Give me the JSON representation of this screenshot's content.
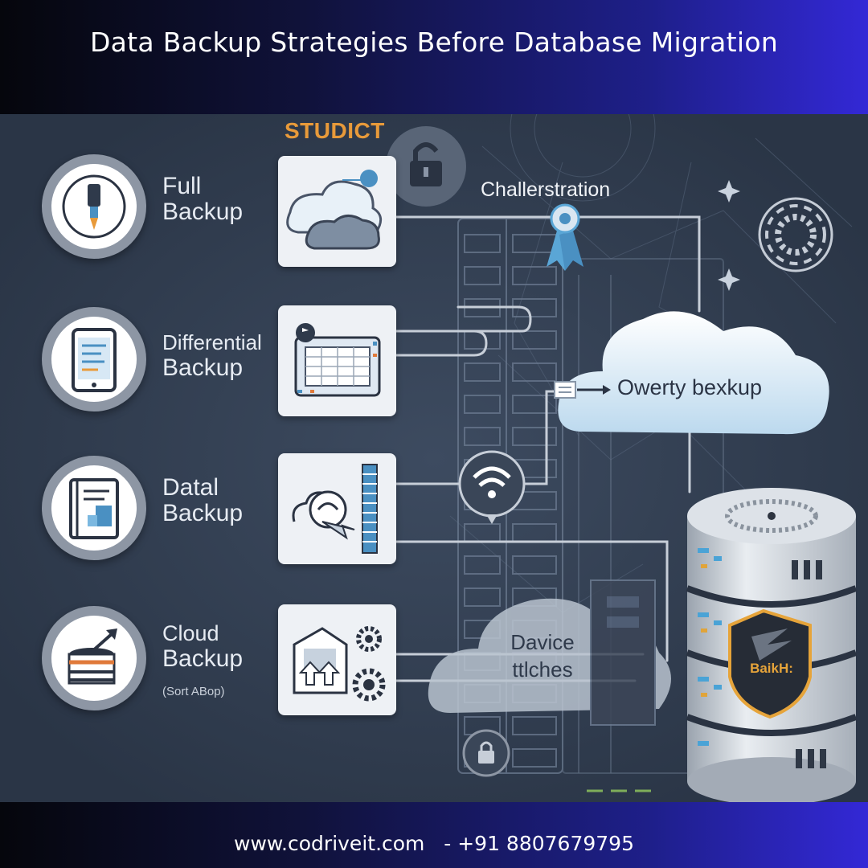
{
  "header": {
    "title": "Data Backup Strategies Before Database Migration"
  },
  "artwork": {
    "top_label": "STUDICT",
    "node_label": "Challerstration",
    "cloud_label": "Owerty bexkup",
    "device_label_line1": "Davice",
    "device_label_line2": "ttlches",
    "shield_label": "BaikH:"
  },
  "strategies": [
    {
      "line1": "Full",
      "line2": "Backup",
      "icon": "pen-icon"
    },
    {
      "line1": "Differential",
      "line2": "Backup",
      "icon": "tablet-icon"
    },
    {
      "line1": "Datal",
      "line2": "Backup",
      "icon": "document-icon"
    },
    {
      "line1": "Cloud",
      "line2": "Backup",
      "subtitle": "(Sort ABop)",
      "icon": "database-upload-icon"
    }
  ],
  "footer": {
    "text": "www.codriveit.com   - +91 8807679795"
  },
  "colors": {
    "accent_orange": "#e89a3a",
    "band_dark": "#05060c",
    "band_blue": "#3328d6",
    "panel": "#2f3b4e"
  }
}
